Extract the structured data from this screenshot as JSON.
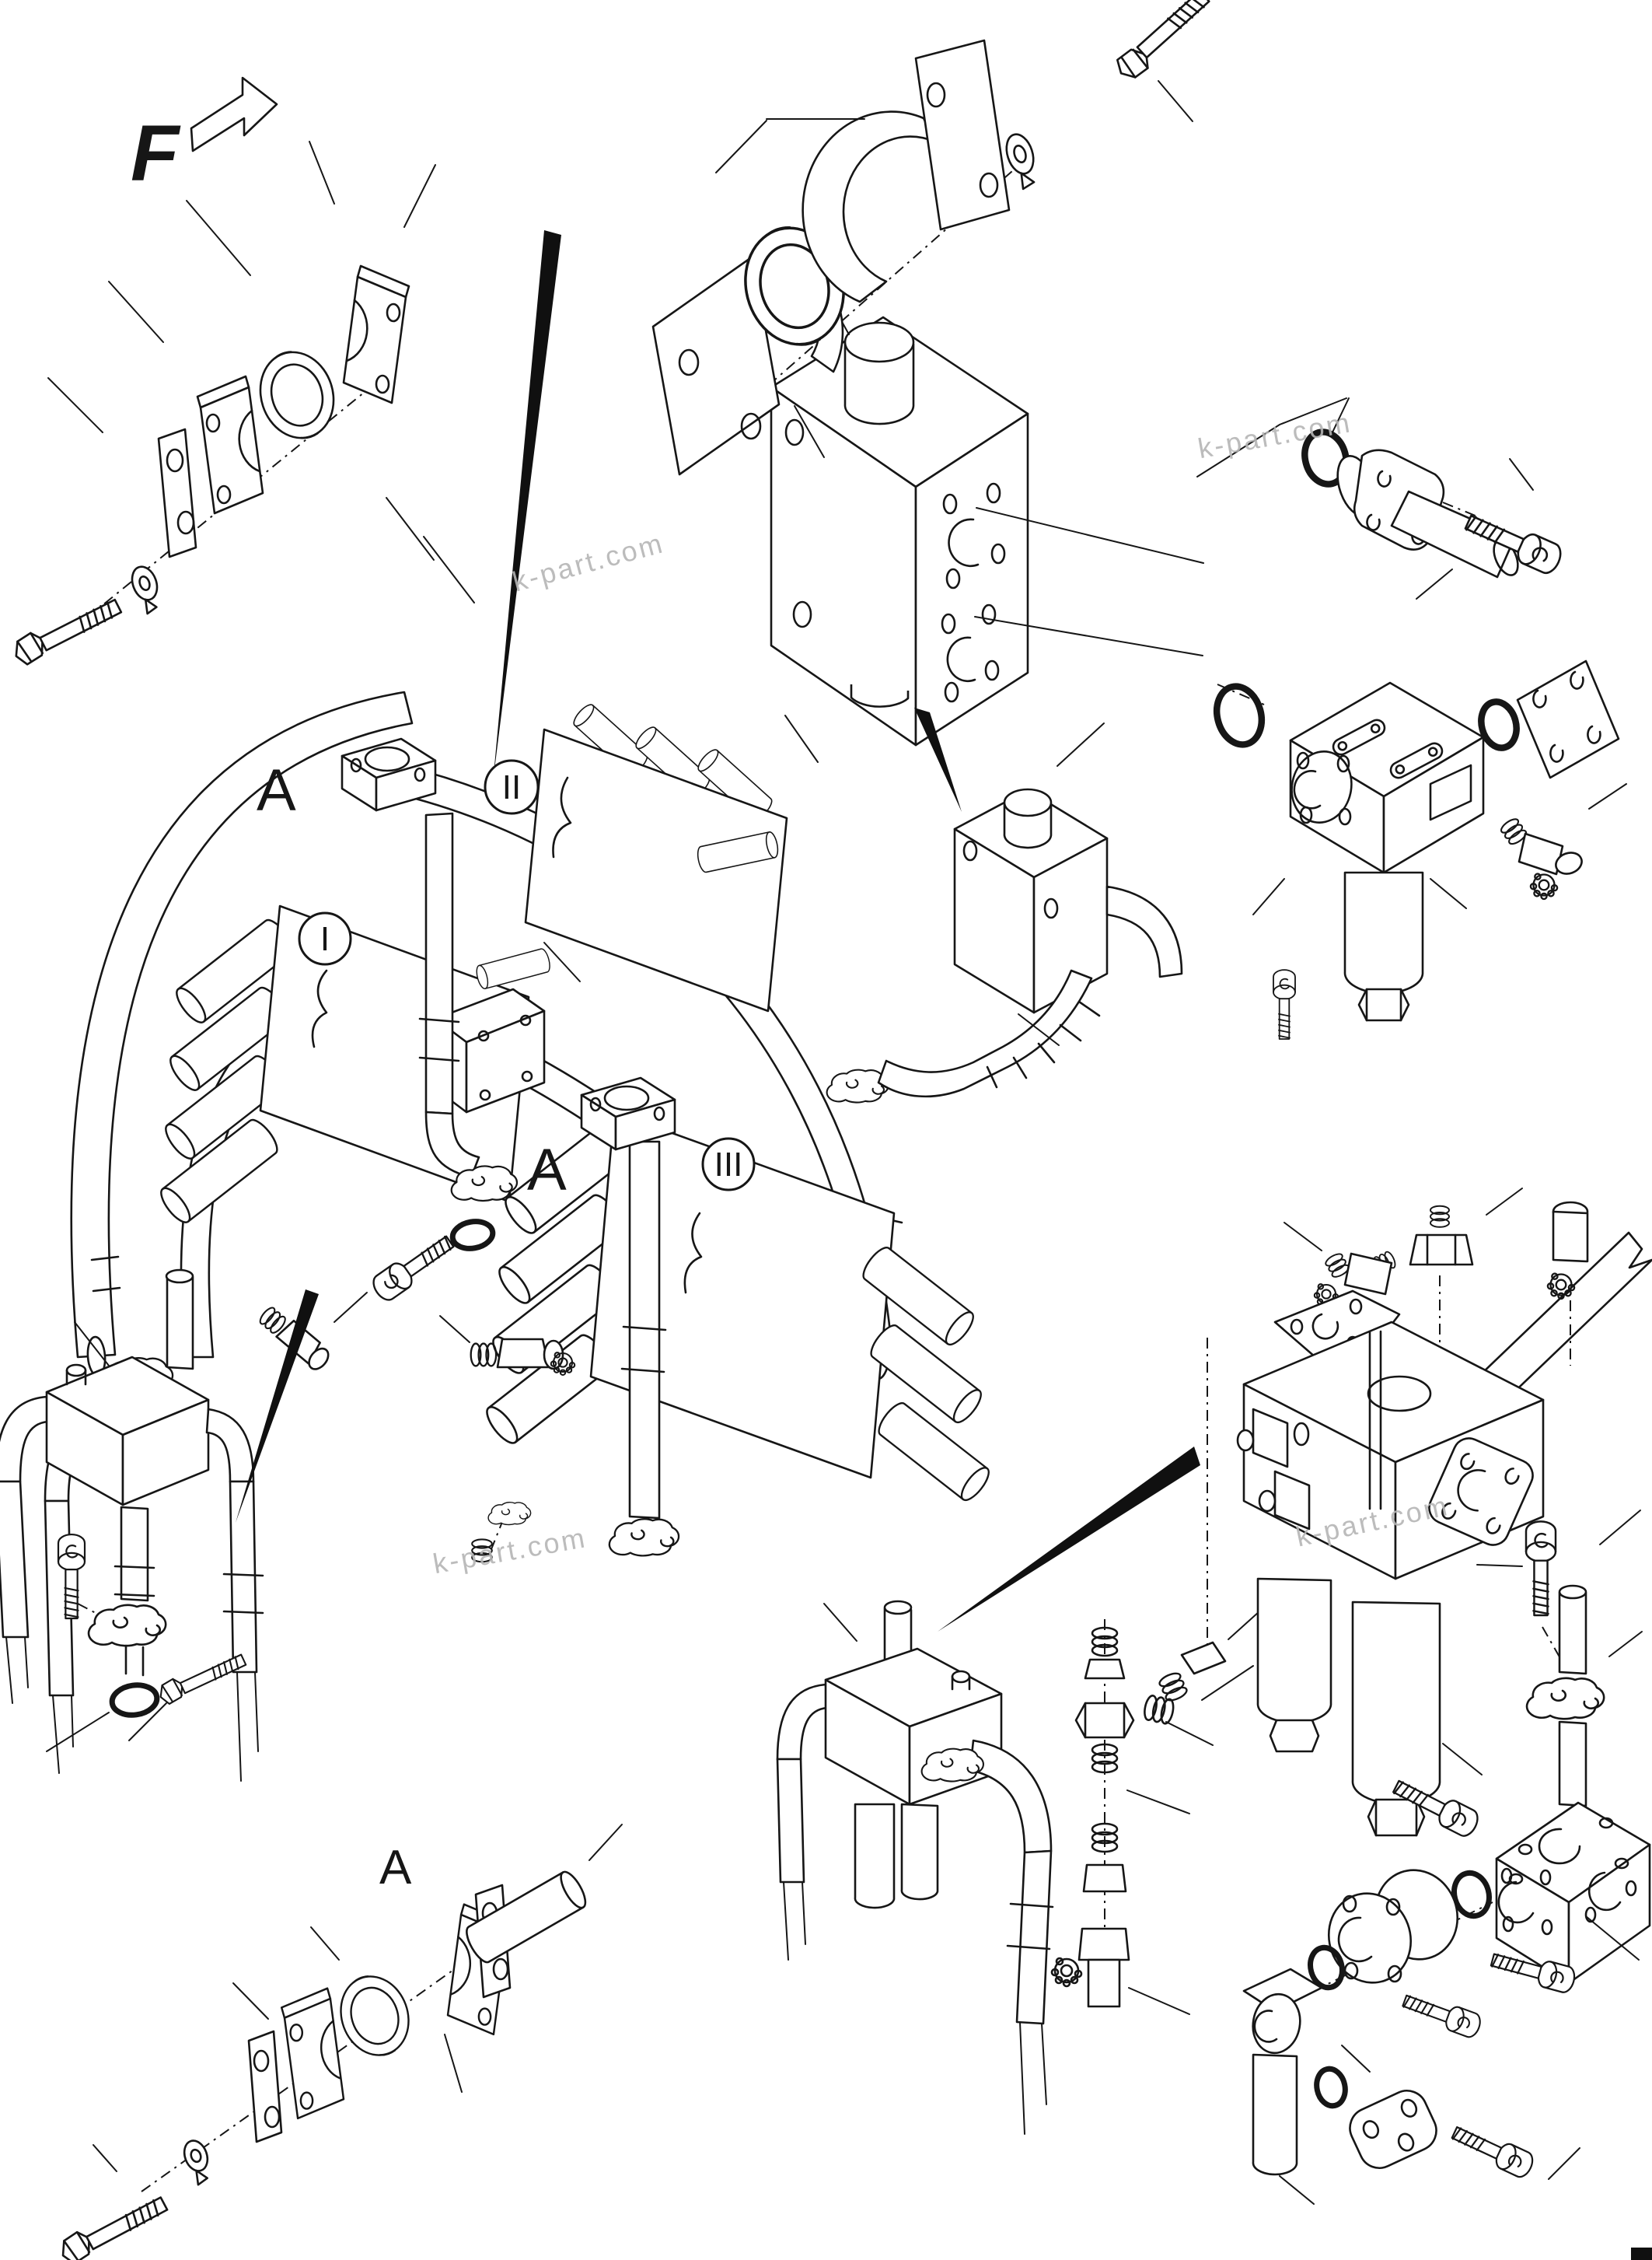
{
  "page": {
    "background": "#ffffff",
    "line_color": "#161616",
    "watermark_color": "#b5b5b5"
  },
  "labels": {
    "view_arrow": "F",
    "detail_a_top": "A",
    "detail_a_mid": "A",
    "detail_a_bottom": "A"
  },
  "sections": [
    {
      "id": "I"
    },
    {
      "id": "II"
    },
    {
      "id": "III"
    }
  ],
  "watermarks": [
    {
      "text": "k-part.com"
    },
    {
      "text": "k-part.com"
    },
    {
      "text": "k-part.com"
    },
    {
      "text": "k-part.com"
    }
  ]
}
